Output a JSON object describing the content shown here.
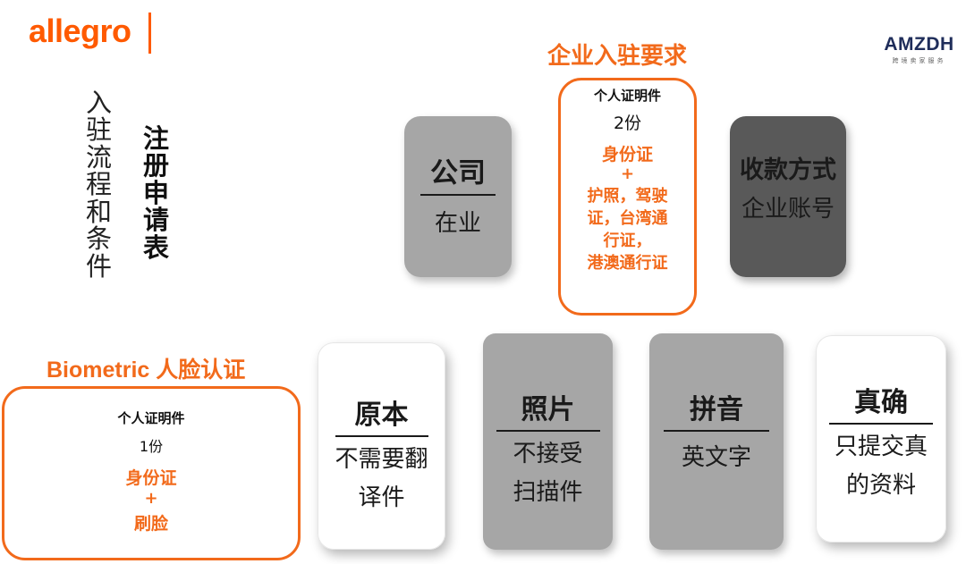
{
  "header": {
    "allegro_logo": "allegro",
    "enterprise_title": "企业入驻要求",
    "amzdh_logo": "AMZDH",
    "amzdh_subtitle": "跨境卖家服务"
  },
  "vertical_titles": {
    "process": [
      "入",
      "驻",
      "流",
      "程",
      "和",
      "条",
      "件"
    ],
    "form": [
      "注",
      "册",
      "申",
      "请",
      "表"
    ]
  },
  "enterprise_boxes": {
    "company": {
      "title": "公司",
      "text": "在业"
    },
    "payment": {
      "title": "收款方式",
      "text": "企业账号"
    }
  },
  "enterprise_id_box": {
    "heading": "个人证明件",
    "count": "2份",
    "id_card": "身份证",
    "plus": "+",
    "alternatives": [
      "护照，驾驶",
      "证，台湾通",
      "行证，",
      "港澳通行证"
    ]
  },
  "biometric": {
    "title": "Biometric 人脸认证",
    "heading": "个人证明件",
    "count": "1份",
    "id_card": "身份证",
    "plus": "+",
    "face": "刷脸"
  },
  "requirement_boxes": [
    {
      "title": "原本",
      "lines": [
        "不需要翻",
        "译件"
      ]
    },
    {
      "title": "照片",
      "lines": [
        "不接受",
        "扫描件"
      ]
    },
    {
      "title": "拼音",
      "lines": [
        "英文字"
      ]
    },
    {
      "title": "真确",
      "lines": [
        "只提交真",
        "的资料"
      ]
    }
  ],
  "colors": {
    "accent_orange": "#f26a1b",
    "allegro_orange": "#ff5a00",
    "box_gray": "#a6a6a6",
    "box_dark": "#595959",
    "amzdh_navy": "#1f2d5a"
  }
}
